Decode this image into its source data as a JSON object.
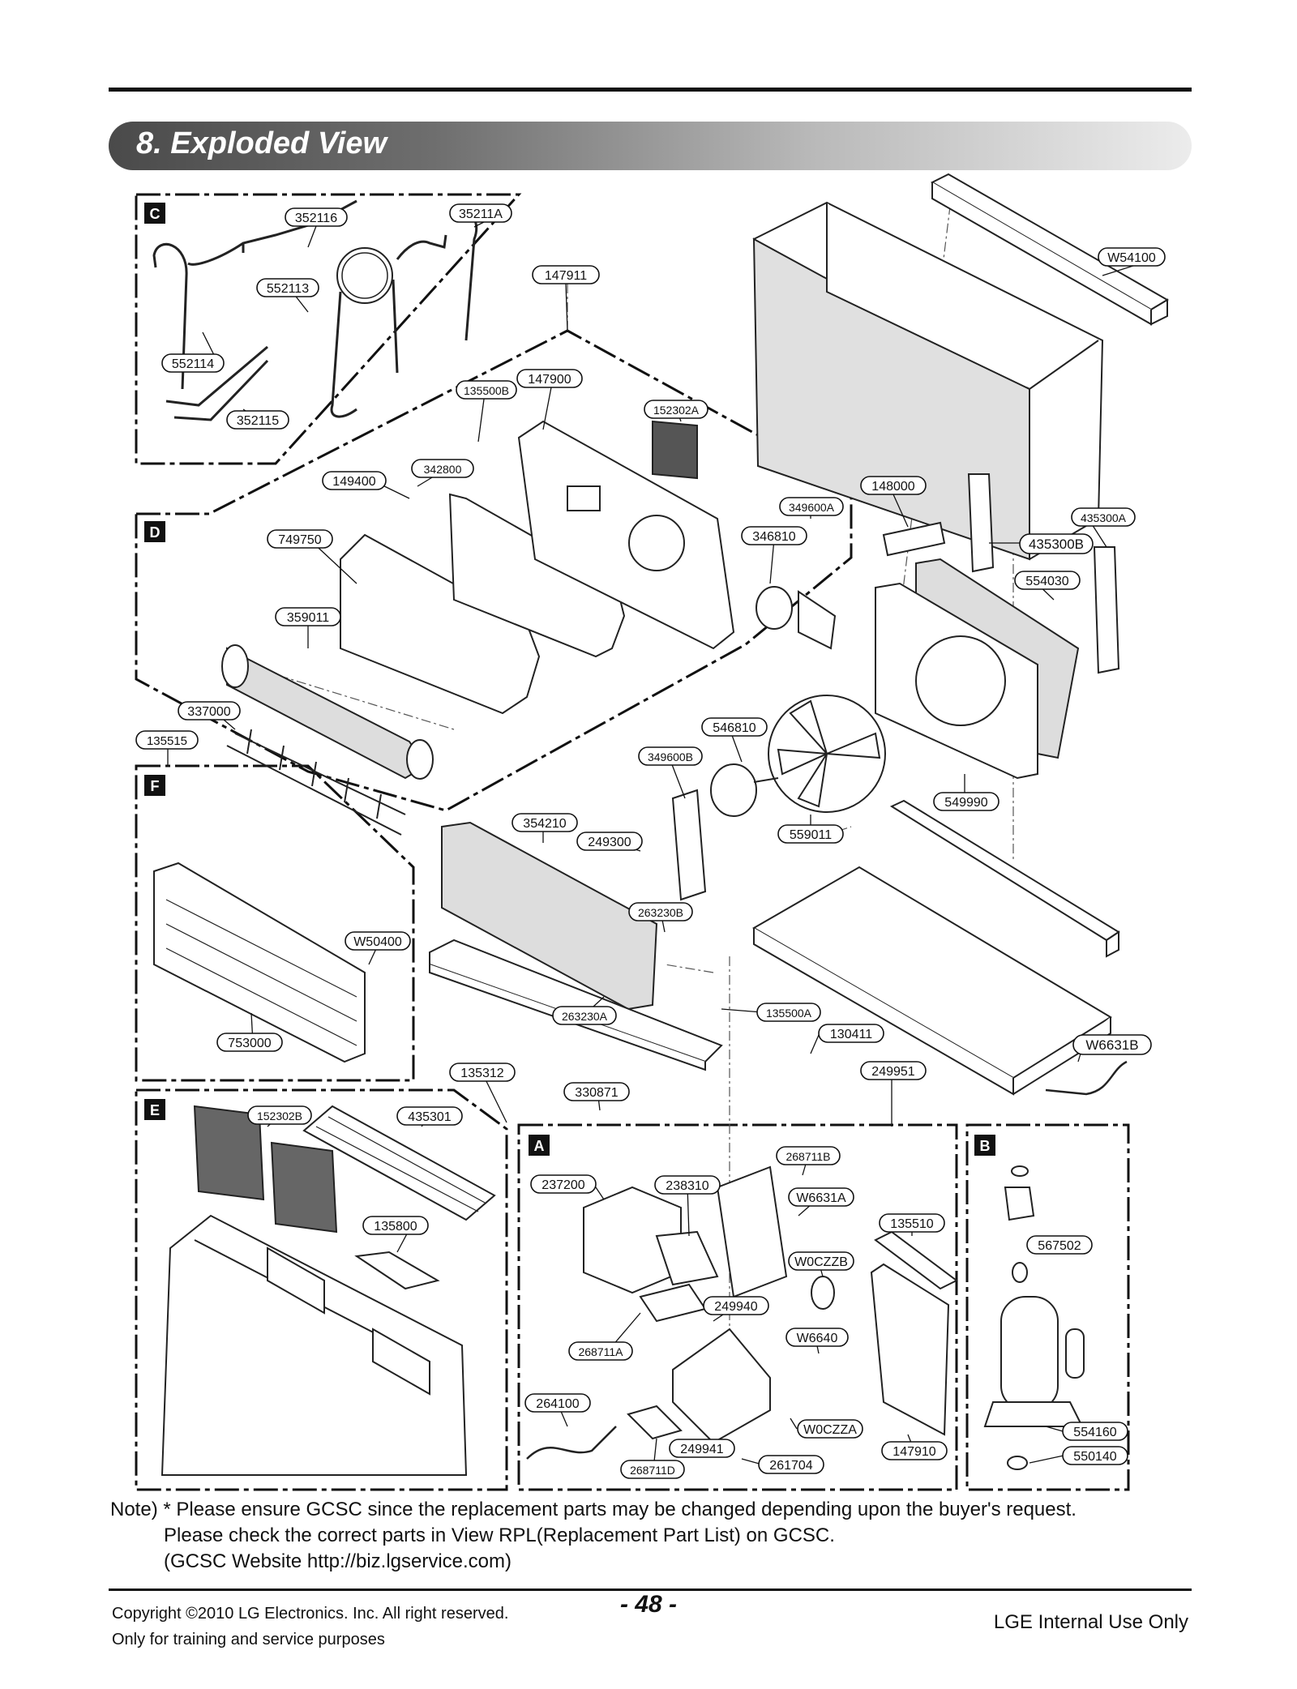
{
  "header": {
    "title": "8. Exploded View"
  },
  "sections": [
    "C",
    "D",
    "F",
    "E",
    "A",
    "B"
  ],
  "labels": {
    "l352116": "352116",
    "l35211A": "35211A",
    "l552113": "552113",
    "l552114": "552114",
    "l352115": "352115",
    "l147911": "147911",
    "lW54100": "W54100",
    "l147900": "147900",
    "l135500B": "135500B",
    "l152302A": "152302A",
    "l342800": "342800",
    "l149400": "149400",
    "l148000": "148000",
    "l349600A": "349600A",
    "l435300A": "435300A",
    "l346810": "346810",
    "l435300B": "435300B",
    "l749750": "749750",
    "l554030": "554030",
    "l359011": "359011",
    "l337000": "337000",
    "l546810": "546810",
    "l135515": "135515",
    "l349600B": "349600B",
    "l549990": "549990",
    "l354210": "354210",
    "l559011": "559011",
    "l249300": "249300",
    "l263230B": "263230B",
    "lW50400": "W50400",
    "l135500A": "135500A",
    "l263230A": "263230A",
    "l130411": "130411",
    "l753000": "753000",
    "lW6631B": "W6631B",
    "l135312": "135312",
    "l249951": "249951",
    "l330871": "330871",
    "l152302B": "152302B",
    "l435301": "435301",
    "l268711B": "268711B",
    "l237200": "237200",
    "l238310": "238310",
    "lW6631A": "W6631A",
    "l135800": "135800",
    "l135510": "135510",
    "lW0CZZB": "W0CZZB",
    "l567502": "567502",
    "l249940": "249940",
    "l268711A": "268711A",
    "lW6640": "W6640",
    "l264100": "264100",
    "lW0CZZA": "W0CZZA",
    "l249941": "249941",
    "l147910": "147910",
    "l554160": "554160",
    "l261704": "261704",
    "l268711D": "268711D",
    "l550140": "550140"
  },
  "note": {
    "line1": "Note) * Please ensure GCSC since the replacement parts may be changed depending upon the buyer's request.",
    "line2": "Please check  the correct parts in View RPL(Replacement Part List) on GCSC.",
    "line3": "(GCSC Website  http://biz.lgservice.com)"
  },
  "footer": {
    "copyright": "Copyright ©2010 LG Electronics. Inc. All right reserved.",
    "training": "Only for training and service purposes",
    "page": "- 48 -",
    "internal": "LGE Internal Use Only"
  }
}
